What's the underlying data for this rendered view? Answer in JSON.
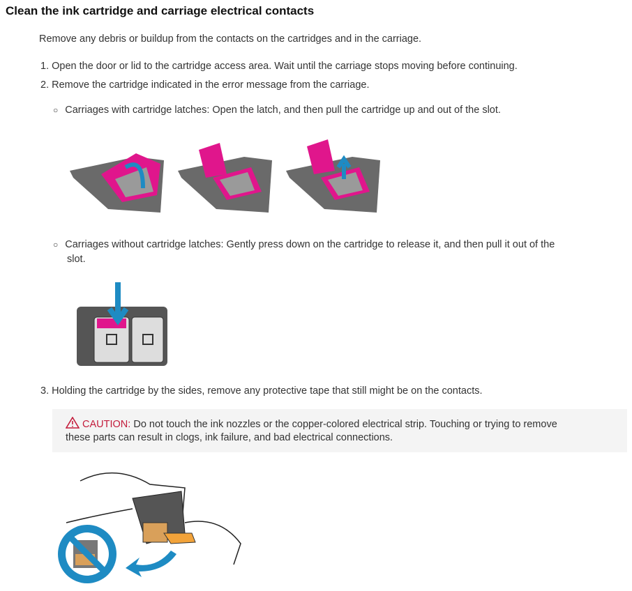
{
  "title": "Clean the ink cartridge and carriage electrical contacts",
  "intro": "Remove any debris or buildup from the contacts on the cartridges and in the carriage.",
  "steps": [
    {
      "num": "1.",
      "text": "Open the door or lid to the cartridge access area. Wait until the carriage stops moving before continuing."
    },
    {
      "num": "2.",
      "text": "Remove the cartridge indicated in the error message from the carriage."
    },
    {
      "num": "3.",
      "text": "Holding the cartridge by the sides, remove any protective tape that still might be on the contacts."
    }
  ],
  "bullets": [
    {
      "text": "Carriages with cartridge latches: Open the latch, and then pull the cartridge up and out of the slot."
    },
    {
      "line1": "Carriages without cartridge latches: Gently press down on the cartridge to release it, and then pull it out of the",
      "line2": "slot."
    }
  ],
  "caution": {
    "icon": "warning-triangle-icon",
    "label": "CAUTION:",
    "line1": " Do not touch the ink nozzles or the copper-colored electrical strip. Touching or trying to remove",
    "line2": "these parts can result in clogs, ink failure, and bad electrical connections."
  },
  "colors": {
    "magenta": "#e0168c",
    "blue": "#1e8bc3",
    "caution_red": "#c31c3b",
    "gray": "#707070"
  }
}
